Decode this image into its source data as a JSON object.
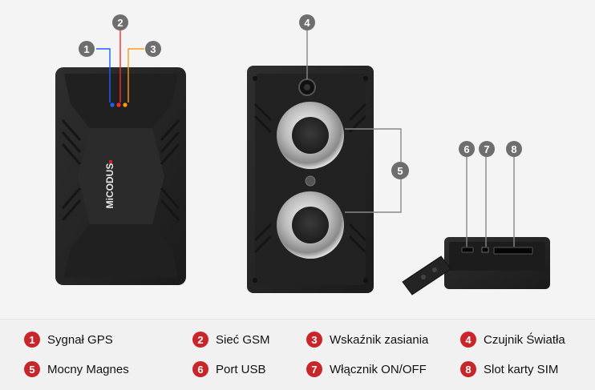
{
  "brand": {
    "logo_text": "MiCODUS"
  },
  "callouts": [
    {
      "n": "1"
    },
    {
      "n": "2"
    },
    {
      "n": "3"
    },
    {
      "n": "4"
    },
    {
      "n": "5"
    },
    {
      "n": "6"
    },
    {
      "n": "7"
    },
    {
      "n": "8"
    }
  ],
  "legend": [
    {
      "n": "1",
      "label": "Sygnał GPS"
    },
    {
      "n": "2",
      "label": "Sieć GSM"
    },
    {
      "n": "3",
      "label": "Wskaźnik zasiania"
    },
    {
      "n": "4",
      "label": "Czujnik Światła"
    },
    {
      "n": "5",
      "label": "Mocny Magnes"
    },
    {
      "n": "6",
      "label": "Port USB"
    },
    {
      "n": "7",
      "label": "Włącznik ON/OFF"
    },
    {
      "n": "8",
      "label": "Slot karty SIM"
    }
  ],
  "colors": {
    "legend_badge": "#c9262c",
    "callout_badge": "#6e6e6e",
    "led_blue": "#1d5fff",
    "led_red": "#ff2a2a",
    "led_orange": "#ff9a1a",
    "device_body": "#262626"
  }
}
